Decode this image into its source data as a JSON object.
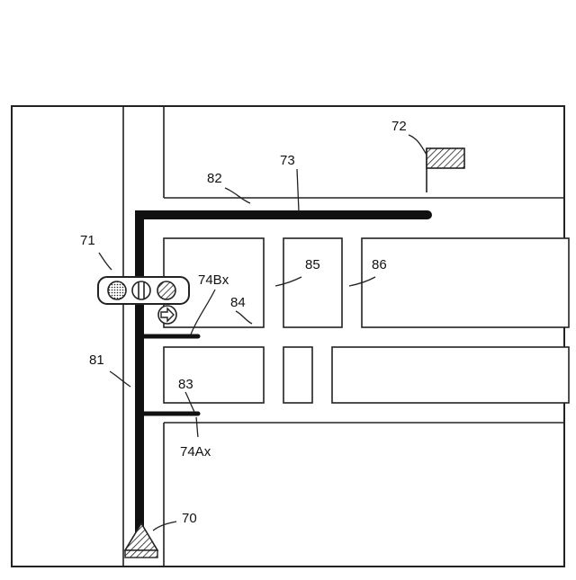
{
  "labels": {
    "l70": "70",
    "l71": "71",
    "l72": "72",
    "l73": "73",
    "l74Ax": "74Ax",
    "l74Bx": "74Bx",
    "l81": "81",
    "l82": "82",
    "l83": "83",
    "l84": "84",
    "l85": "85",
    "l86": "86"
  },
  "icons": {
    "vehicle": "triangle-hatched-icon",
    "destination": "flag-icon",
    "traffic_signal": "traffic-light-icon",
    "turn_arrow": "right-arrow-icon"
  },
  "colors": {
    "route": "#111111",
    "line": "#222222",
    "background": "#ffffff"
  }
}
